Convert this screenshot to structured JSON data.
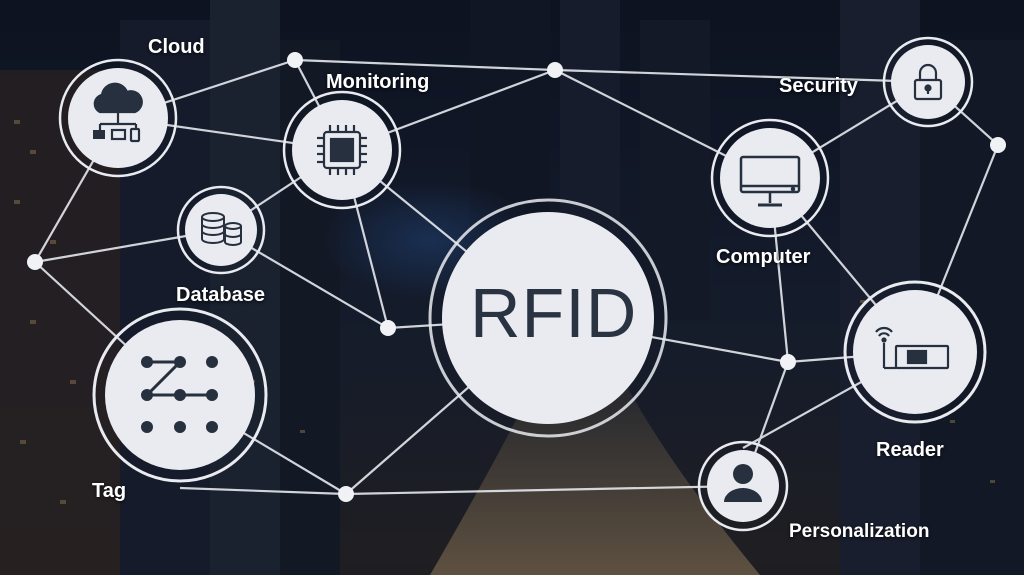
{
  "diagram": {
    "center_label": "RFID",
    "nodes": {
      "cloud": "Cloud",
      "monitoring": "Monitoring",
      "security": "Security",
      "computer": "Computer",
      "database": "Database",
      "tag": "Tag",
      "reader": "Reader",
      "personalization": "Personalization"
    },
    "icons": {
      "cloud": "cloud-network-icon",
      "monitoring": "microchip-icon",
      "database": "database-icon",
      "tag": "pattern-grid-icon",
      "security": "padlock-icon",
      "computer": "monitor-icon",
      "reader": "rfid-reader-icon",
      "personalization": "user-icon"
    },
    "colors": {
      "node_fill": "#e9ebf0",
      "icon_ink": "#27303f",
      "connector": "#e6e8ee"
    }
  }
}
